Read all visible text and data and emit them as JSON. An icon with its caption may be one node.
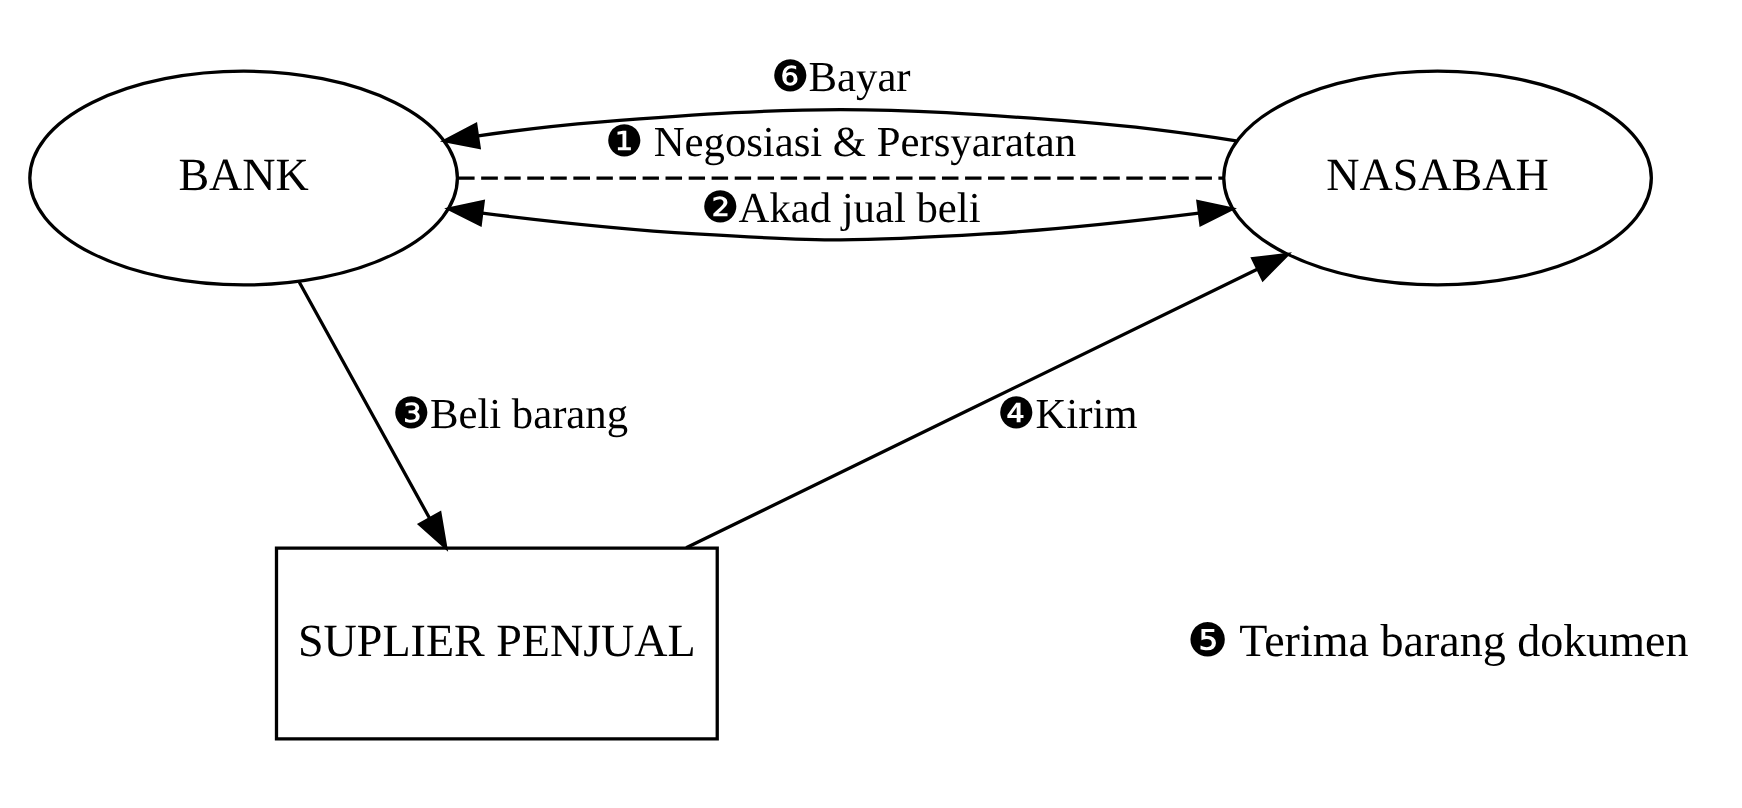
{
  "diagram": {
    "nodes": [
      {
        "text": [
          "BANK"
        ]
      },
      {
        "text": [
          "NASABAH"
        ]
      },
      {
        "text": [
          "SUPLIER PENJUAL"
        ]
      }
    ],
    "edges": [
      {
        "from": 0,
        "to": 1,
        "arrow": "none",
        "style": "dashed",
        "label": "❶ Negosiasi & Persyaratan"
      },
      {
        "from": 0,
        "to": 1,
        "arrow": "both",
        "label": "❷Akad jual beli"
      },
      {
        "from": 0,
        "to": 2,
        "arrow": "to",
        "label": "❸Beli barang"
      },
      {
        "from": 2,
        "to": 1,
        "arrow": "to",
        "label": "❹Kirim"
      },
      {
        "from": 1,
        "to": 0,
        "arrow": "to",
        "label": "❻Bayar"
      }
    ],
    "labels": [
      "❺ Terima barang dokumen"
    ]
  }
}
